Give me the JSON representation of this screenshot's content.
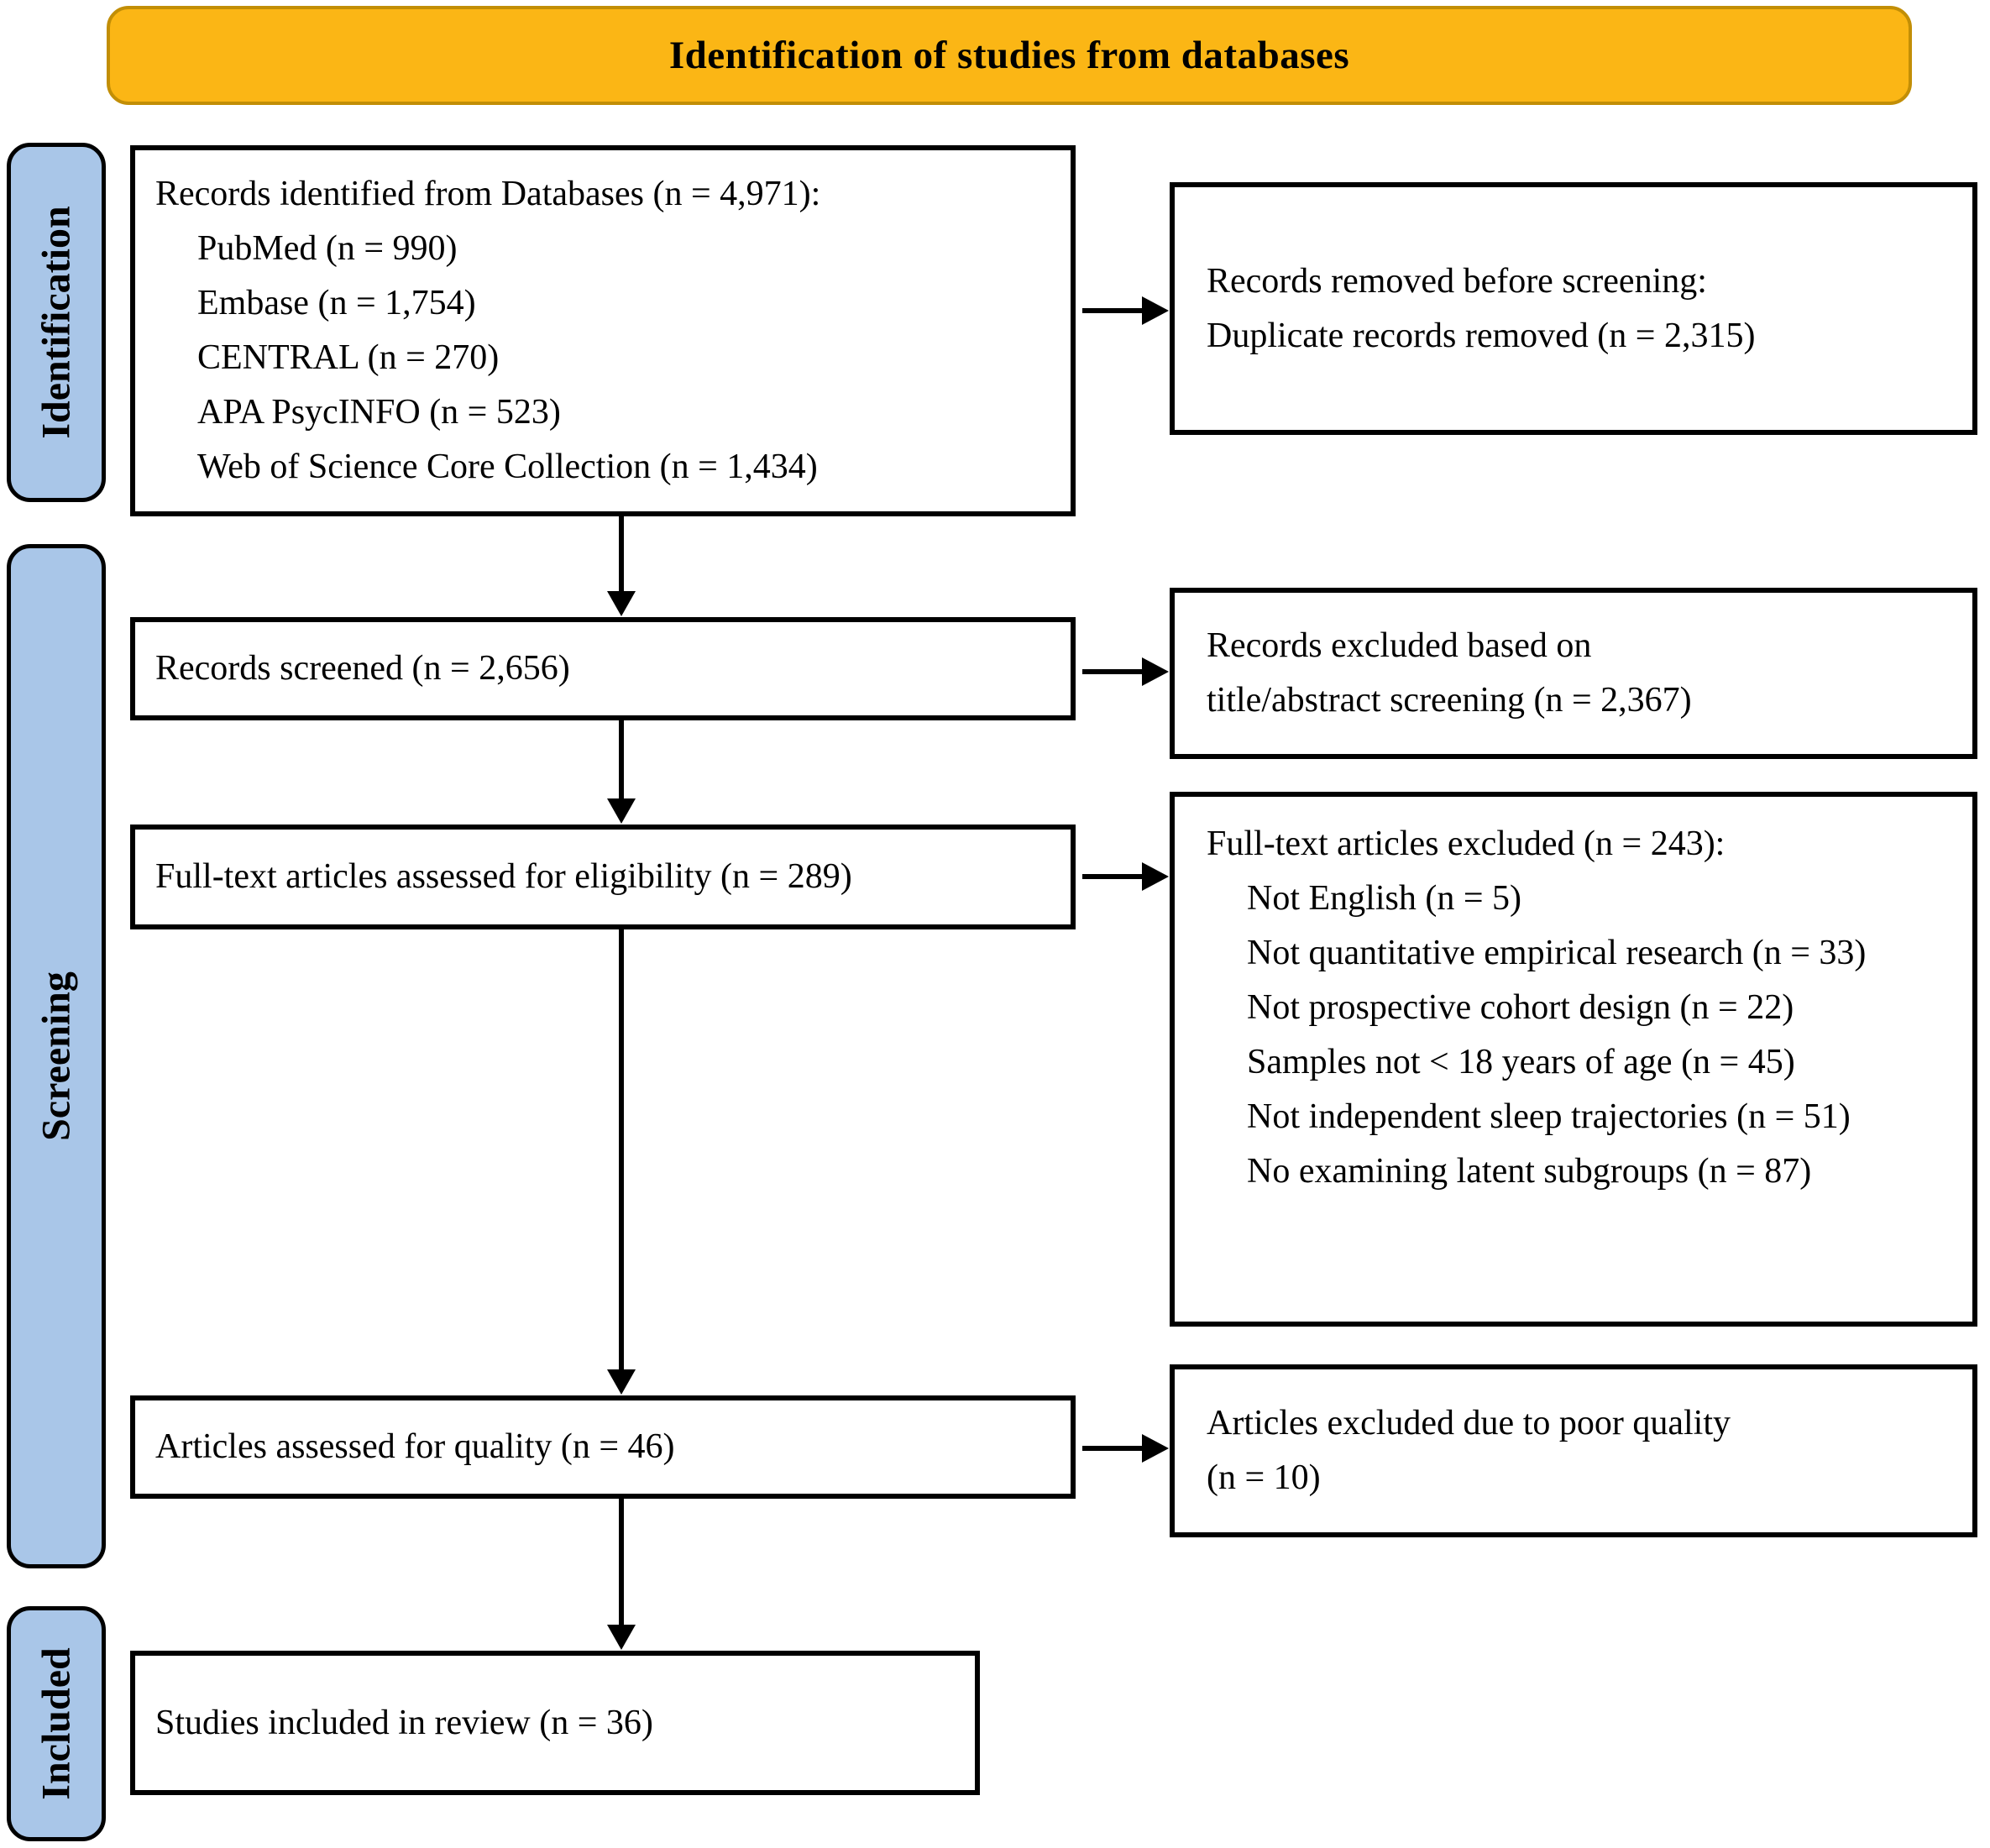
{
  "banner": {
    "title": "Identification of studies from databases"
  },
  "phases": {
    "identification": "Identification",
    "screening": "Screening",
    "included": "Included"
  },
  "flow": {
    "records_identified": {
      "title": "Records identified from Databases (n = 4,971):",
      "items": [
        "PubMed (n = 990)",
        "Embase (n = 1,754)",
        "CENTRAL (n = 270)",
        "APA PsycINFO (n = 523)",
        "Web of Science Core Collection (n = 1,434)"
      ]
    },
    "records_screened": {
      "title": "Records screened (n = 2,656)"
    },
    "fulltext_assessed": {
      "title": "Full-text articles assessed for eligibility (n = 289)"
    },
    "quality_assessed": {
      "title": "Articles assessed for quality (n = 46)"
    },
    "included_studies": {
      "title": "Studies included in review (n = 36)"
    }
  },
  "exclusions": {
    "before_screening": {
      "lines": [
        "Records removed before screening:",
        "Duplicate records removed (n = 2,315)"
      ]
    },
    "title_abstract": {
      "lines": [
        "Records excluded based on",
        "title/abstract screening (n = 2,367)"
      ]
    },
    "fulltext_excluded": {
      "title": "Full-text articles excluded (n = 243):",
      "items": [
        "Not English (n = 5)",
        "Not quantitative empirical research (n = 33)",
        "Not prospective cohort design (n = 22)",
        "Samples not < 18 years of age (n = 45)",
        "Not independent sleep trajectories (n = 51)",
        "No examining latent subgroups (n = 87)"
      ]
    },
    "poor_quality": {
      "lines": [
        "Articles excluded due to poor quality",
        "(n = 10)"
      ]
    }
  },
  "colors": {
    "banner_fill": "#FBB615",
    "banner_border": "#C28E06",
    "phase_bar_fill": "#A9C6E8",
    "box_border": "#000000"
  }
}
